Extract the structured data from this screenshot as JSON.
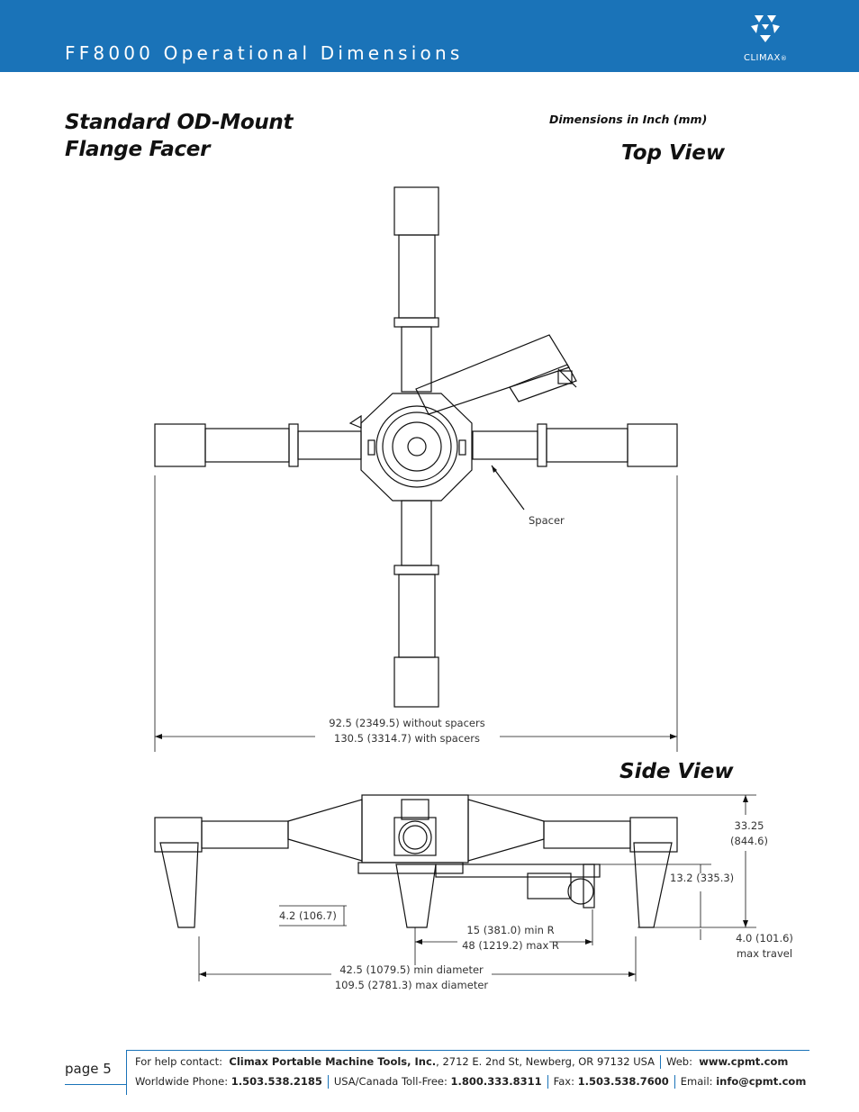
{
  "header": {
    "title": "FF8000 Operational Dimensions",
    "logo_text": "CLIMAX",
    "logo_mark": "®"
  },
  "document": {
    "title_line1": "Standard OD-Mount",
    "title_line2": "Flange Facer",
    "units_note": "Dimensions in Inch (mm)"
  },
  "top_view": {
    "title": "Top View",
    "spacer_label": "Spacer",
    "width_line1": "92.5 (2349.5) without spacers",
    "width_line2": "130.5 (3314.7) with spacers"
  },
  "side_view": {
    "title": "Side View",
    "height_total_line1": "33.25",
    "height_total_line2": "(844.6)",
    "height_arm": "13.2 (335.3)",
    "travel_line1": "4.0 (101.6)",
    "travel_line2": "max travel",
    "foot": "4.2 (106.7)",
    "radius_line1": "15 (381.0) min R",
    "radius_line2": "48 (1219.2) max R",
    "diameter_line1": "42.5 (1079.5) min diameter",
    "diameter_line2": "109.5 (2781.3) max diameter"
  },
  "footer": {
    "page_label": "page 5",
    "help_label": "For help contact:",
    "company": "Climax Portable Machine Tools, Inc.",
    "address": ", 2712 E. 2nd St, Newberg, OR 97132 USA",
    "web_label": "Web:",
    "web": "www.cpmt.com",
    "phone_label": "Worldwide Phone:",
    "phone": "1.503.538.2185",
    "tollfree_label": "USA/Canada Toll-Free:",
    "tollfree": "1.800.333.8311",
    "fax_label": "Fax:",
    "fax": "1.503.538.7600",
    "email_label": "Email:",
    "email": "info@cpmt.com"
  }
}
